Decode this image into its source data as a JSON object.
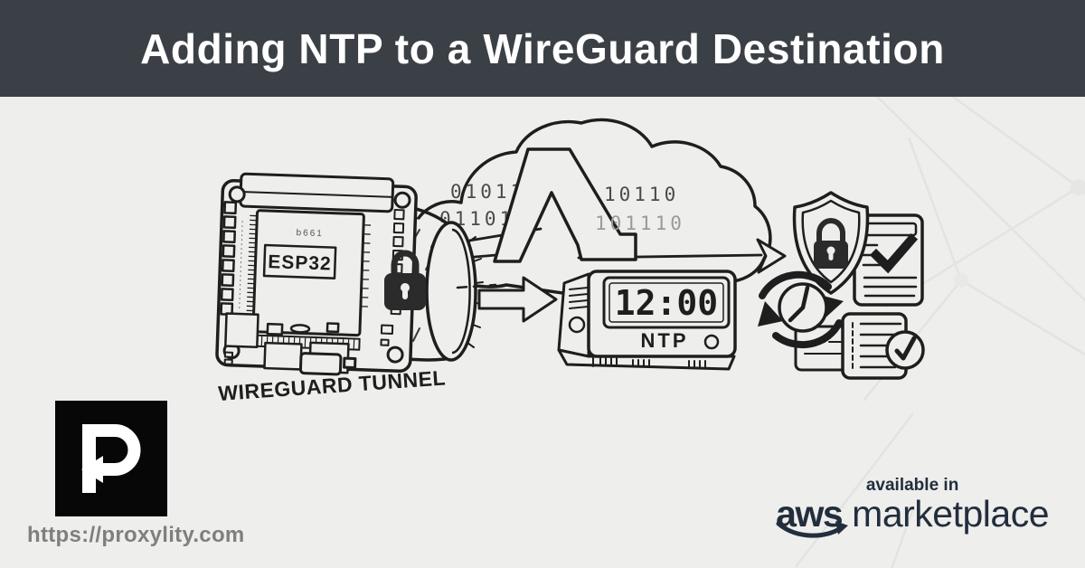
{
  "header": {
    "title": "Adding NTP to a WireGuard Destination"
  },
  "diagram": {
    "board": {
      "chip_label": "ESP32",
      "chip_marking": "b661"
    },
    "tunnel": {
      "label": "WIREGUARD TUNNEL"
    },
    "cloud": {
      "binary_left_top": "01011",
      "binary_left_bottom": "011011",
      "binary_right_top": "10110",
      "binary_right_bottom": "101110"
    },
    "ntp": {
      "time": "12:00",
      "label": "NTP"
    }
  },
  "footer": {
    "site_url": "https://proxylity.com",
    "aws": {
      "tagline": "available in",
      "brand": "aws",
      "product": "marketplace"
    }
  },
  "colors": {
    "header_bg": "#3b4046",
    "header_text": "#ffffff",
    "body_bg": "#eeeeec",
    "ink": "#1e1e1e",
    "lock_fill": "#2b2b2b",
    "url_text": "#7f7f7f",
    "aws_navy": "#222e3d",
    "logo_bg": "#070707"
  }
}
